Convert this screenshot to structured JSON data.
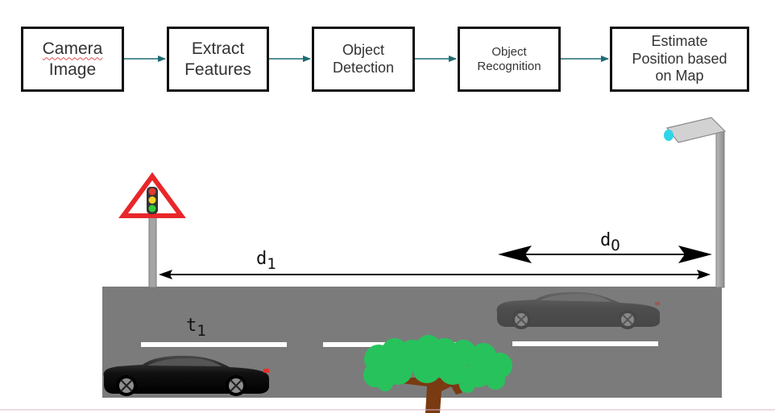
{
  "pipeline": {
    "steps": [
      {
        "line1": "Camera",
        "line2": "Image"
      },
      {
        "line1": "Extract",
        "line2": "Features"
      },
      {
        "line1": "Object",
        "line2": "Detection"
      },
      {
        "line1": "Object",
        "line2": "Recognition"
      },
      {
        "text": "Estimate\nPosition based\non Map"
      }
    ]
  },
  "labels": {
    "d1": {
      "base": "d",
      "sub": "1"
    },
    "d0": {
      "base": "d",
      "sub": "O"
    },
    "t1": {
      "base": "t",
      "sub": "1"
    }
  },
  "colors": {
    "flow_arrow": "#1e6b73",
    "road": "#7b7b7b",
    "lane_marking": "#ffffff",
    "sign_border": "#e8262a",
    "tree_foliage": "#27c25c",
    "tree_trunk": "#7a3a12",
    "lamp_light": "#2fd4e8"
  },
  "icons": [
    "traffic-light-sign-icon",
    "street-lamp-icon",
    "car-icon",
    "tree-icon"
  ]
}
